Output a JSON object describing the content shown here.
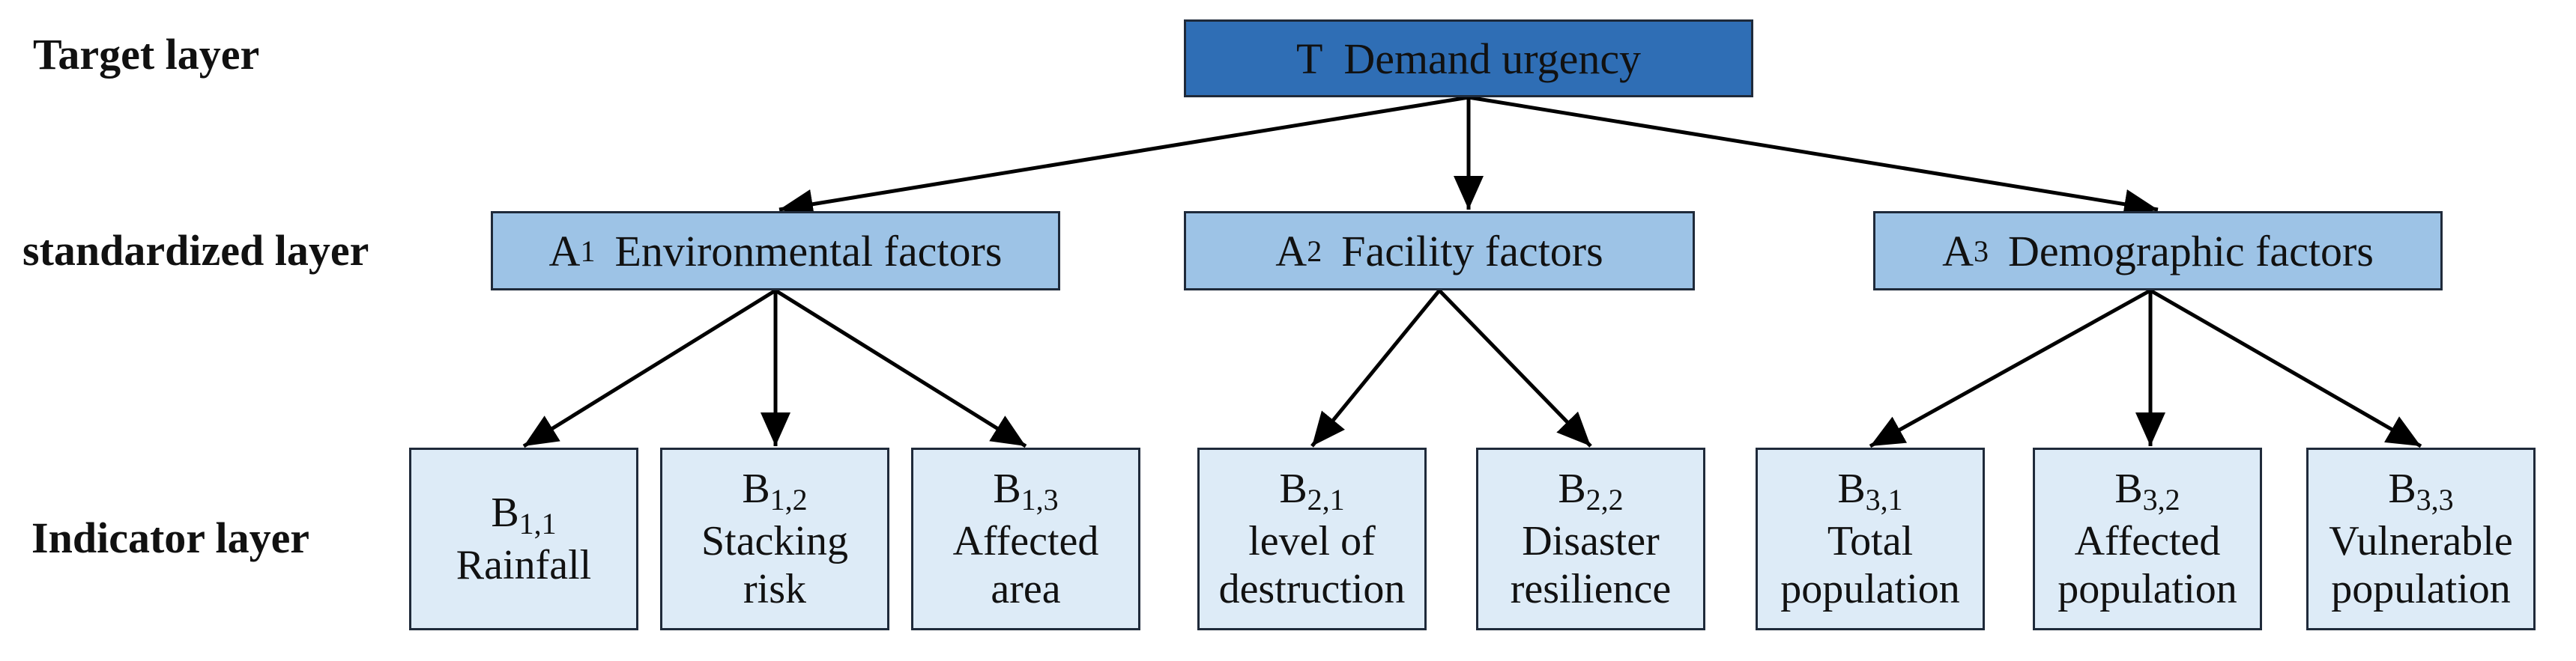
{
  "layers": {
    "target": "Target layer",
    "standardized": "standardized layer",
    "indicator": "Indicator layer"
  },
  "target": {
    "text": "T  Demand urgency"
  },
  "standardized": [
    {
      "letter": "A",
      "sub": "1",
      "name": "Environmental factors"
    },
    {
      "letter": "A",
      "sub": "2",
      "name": "Facility factors"
    },
    {
      "letter": "A",
      "sub": "3",
      "name": "Demographic factors"
    }
  ],
  "indicators": [
    {
      "letter": "B",
      "sub": "1,1",
      "lines": [
        "Rainfall"
      ]
    },
    {
      "letter": "B",
      "sub": "1,2",
      "lines": [
        "Stacking",
        "risk"
      ]
    },
    {
      "letter": "B",
      "sub": "1,3",
      "lines": [
        "Affected",
        "area"
      ]
    },
    {
      "letter": "B",
      "sub": "2,1",
      "lines": [
        "level of",
        "destruction"
      ]
    },
    {
      "letter": "B",
      "sub": "2,2",
      "lines": [
        "Disaster",
        "resilience"
      ]
    },
    {
      "letter": "B",
      "sub": "3,1",
      "lines": [
        "Total",
        "population"
      ]
    },
    {
      "letter": "B",
      "sub": "3,2",
      "lines": [
        "Affected",
        "population"
      ]
    },
    {
      "letter": "B",
      "sub": "3,3",
      "lines": [
        "Vulnerable",
        "population"
      ]
    }
  ],
  "colors": {
    "target_fill": "#2f6eb5",
    "standardized_fill": "#9dc3e6",
    "indicator_fill": "#ddebf7",
    "border": "#1f2a3a",
    "arrow": "#000000"
  }
}
